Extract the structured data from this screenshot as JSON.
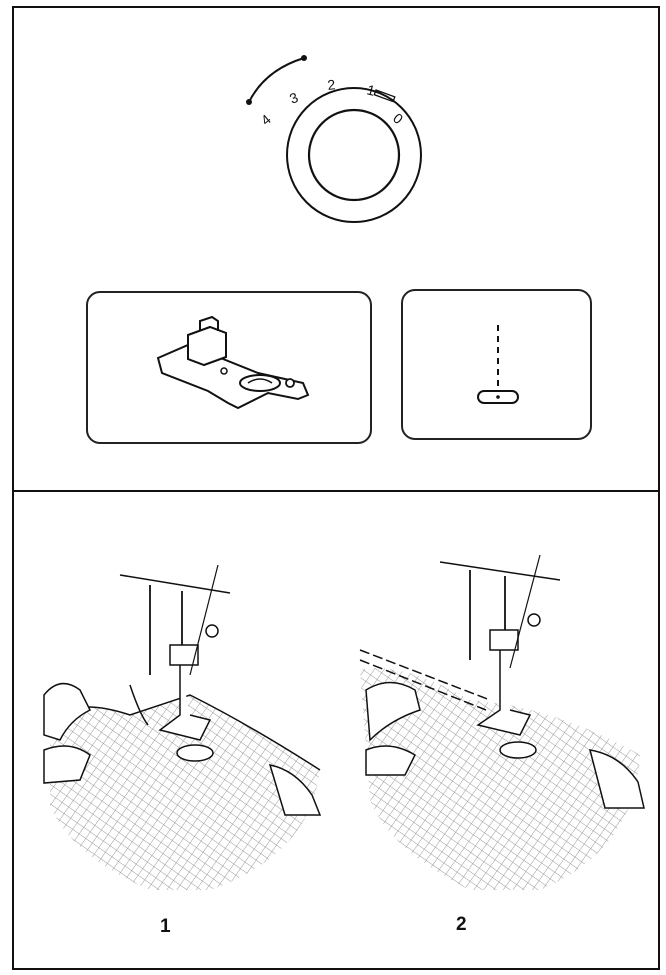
{
  "dial": {
    "labels": [
      "4",
      "3",
      "2",
      "1",
      "0"
    ],
    "highlighted_range": [
      "4",
      "3"
    ]
  },
  "panels": {
    "presser_foot": {
      "icon": "rolled-hem-foot-icon"
    },
    "stitch": {
      "icon": "straight-stitch-icon"
    }
  },
  "steps": [
    {
      "number": "1"
    },
    {
      "number": "2"
    }
  ],
  "colors": {
    "ink": "#111111",
    "fabric_hatch": "#9a9a9a"
  }
}
